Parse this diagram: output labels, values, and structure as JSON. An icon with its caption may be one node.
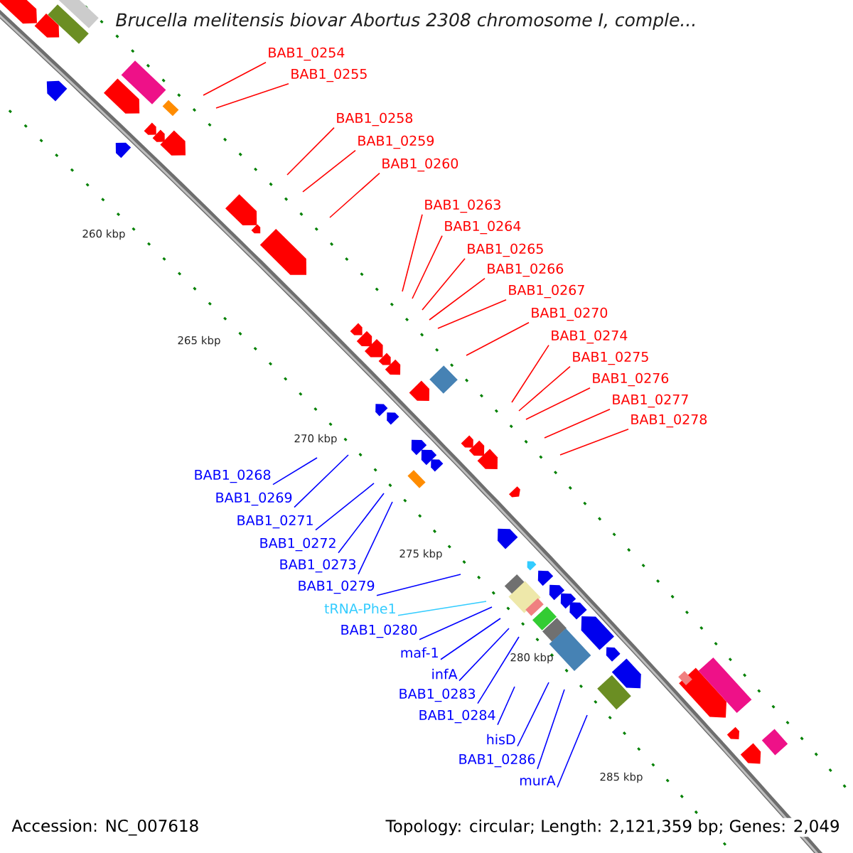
{
  "diagram": {
    "title": "Brucella melitensis biovar Abortus 2308 chromosome I, comple...",
    "nodes": [
      {
        "text": [
          "BAB1_0254"
        ]
      },
      {
        "text": [
          "BAB1_0255"
        ]
      },
      {
        "text": [
          "BAB1_0258"
        ]
      },
      {
        "text": [
          "BAB1_0259"
        ]
      },
      {
        "text": [
          "BAB1_0260"
        ]
      },
      {
        "text": [
          "BAB1_0263"
        ]
      },
      {
        "text": [
          "BAB1_0264"
        ]
      },
      {
        "text": [
          "BAB1_0265"
        ]
      },
      {
        "text": [
          "BAB1_0266"
        ]
      },
      {
        "text": [
          "BAB1_0267"
        ]
      },
      {
        "text": [
          "BAB1_0270"
        ]
      },
      {
        "text": [
          "BAB1_0274"
        ]
      },
      {
        "text": [
          "BAB1_0275"
        ]
      },
      {
        "text": [
          "BAB1_0276"
        ]
      },
      {
        "text": [
          "BAB1_0277"
        ]
      },
      {
        "text": [
          "BAB1_0278"
        ]
      },
      {
        "text": [
          "BAB1_0268"
        ]
      },
      {
        "text": [
          "BAB1_0269"
        ]
      },
      {
        "text": [
          "BAB1_0271"
        ]
      },
      {
        "text": [
          "BAB1_0272"
        ]
      },
      {
        "text": [
          "BAB1_0273"
        ]
      },
      {
        "text": [
          "BAB1_0279"
        ]
      },
      {
        "text": [
          "tRNA-Phe1"
        ]
      },
      {
        "text": [
          "BAB1_0280"
        ]
      },
      {
        "text": [
          "maf-1"
        ]
      },
      {
        "text": [
          "infA"
        ]
      },
      {
        "text": [
          "BAB1_0283"
        ]
      },
      {
        "text": [
          "BAB1_0284"
        ]
      },
      {
        "text": [
          "hisD"
        ]
      },
      {
        "text": [
          "BAB1_0286"
        ]
      },
      {
        "text": [
          "murA"
        ]
      }
    ],
    "edges": [
      {
        "from": 0,
        "to": null,
        "arrow": "none"
      },
      {
        "from": 1,
        "to": null,
        "arrow": "none"
      },
      {
        "from": 2,
        "to": null,
        "arrow": "none"
      },
      {
        "from": 3,
        "to": null,
        "arrow": "none"
      },
      {
        "from": 4,
        "to": null,
        "arrow": "none"
      },
      {
        "from": 5,
        "to": null,
        "arrow": "none"
      },
      {
        "from": 6,
        "to": null,
        "arrow": "none"
      },
      {
        "from": 7,
        "to": null,
        "arrow": "none"
      },
      {
        "from": 8,
        "to": null,
        "arrow": "none"
      },
      {
        "from": 9,
        "to": null,
        "arrow": "none"
      },
      {
        "from": 10,
        "to": null,
        "arrow": "none"
      },
      {
        "from": 11,
        "to": null,
        "arrow": "none"
      },
      {
        "from": 12,
        "to": null,
        "arrow": "none"
      },
      {
        "from": 13,
        "to": null,
        "arrow": "none"
      },
      {
        "from": 14,
        "to": null,
        "arrow": "none"
      },
      {
        "from": 15,
        "to": null,
        "arrow": "none"
      },
      {
        "from": 16,
        "to": null,
        "arrow": "none",
        "color": "#0000ff"
      },
      {
        "from": 17,
        "to": null,
        "arrow": "none",
        "color": "#0000ff"
      },
      {
        "from": 18,
        "to": null,
        "arrow": "none",
        "color": "#0000ff"
      },
      {
        "from": 19,
        "to": null,
        "arrow": "none",
        "color": "#0000ff"
      },
      {
        "from": 20,
        "to": null,
        "arrow": "none",
        "color": "#0000ff"
      },
      {
        "from": 21,
        "to": null,
        "arrow": "none",
        "color": "#0000ff"
      },
      {
        "from": 22,
        "to": null,
        "arrow": "none",
        "color": "#33ccff"
      },
      {
        "from": 23,
        "to": null,
        "arrow": "none",
        "color": "#0000ff"
      },
      {
        "from": 24,
        "to": null,
        "arrow": "none",
        "color": "#0000ff"
      },
      {
        "from": 25,
        "to": null,
        "arrow": "none",
        "color": "#0000ff"
      },
      {
        "from": 26,
        "to": null,
        "arrow": "none",
        "color": "#0000ff"
      },
      {
        "from": 27,
        "to": null,
        "arrow": "none",
        "color": "#0000ff"
      },
      {
        "from": 28,
        "to": null,
        "arrow": "none",
        "color": "#0000ff"
      },
      {
        "from": 29,
        "to": null,
        "arrow": "none",
        "color": "#0000ff"
      },
      {
        "from": 30,
        "to": null,
        "arrow": "none",
        "color": "#0000ff"
      }
    ],
    "labels": [
      "260 kbp",
      "265 kbp",
      "270 kbp",
      "275 kbp",
      "280 kbp",
      "285 kbp",
      "Accession: NC_007618",
      "Topology: circular; Length: 2,121,359 bp; Genes: 2,049"
    ]
  }
}
